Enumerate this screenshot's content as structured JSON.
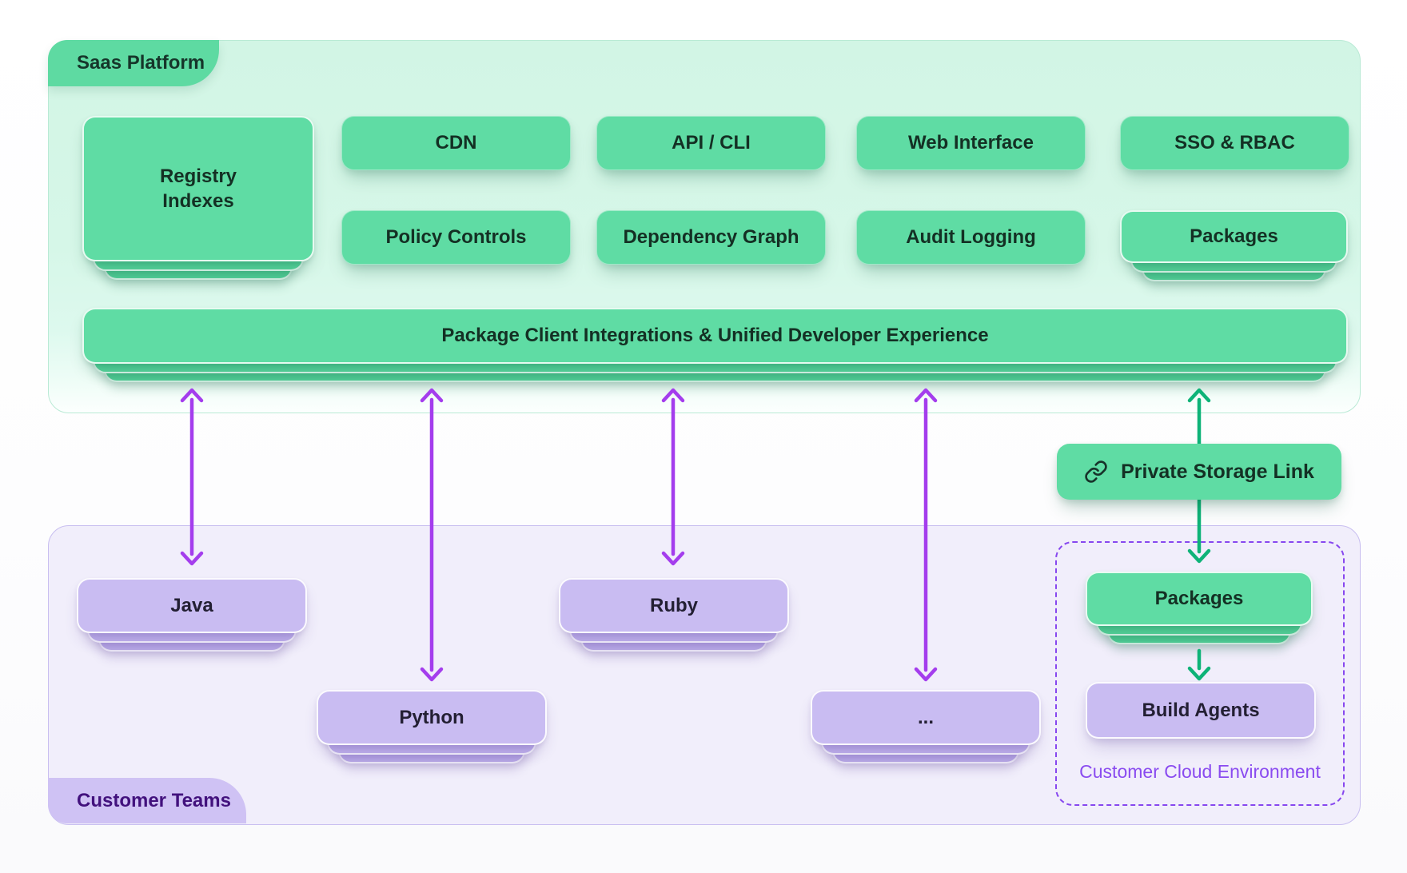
{
  "platform": {
    "tab": "Saas Platform",
    "registry": "Registry\nIndexes",
    "row1": [
      "CDN",
      "API / CLI",
      "Web Interface",
      "SSO & RBAC"
    ],
    "row2": [
      "Policy Controls",
      "Dependency Graph",
      "Audit Logging",
      "Packages"
    ],
    "bar": "Package Client Integrations & Unified Developer Experience"
  },
  "storage_link": {
    "label": "Private Storage Link",
    "icon": "chain-link-icon"
  },
  "customer": {
    "tab": "Customer Teams",
    "teams": [
      "Java",
      "Python",
      "Ruby",
      "..."
    ],
    "cloud": {
      "label": "Customer Cloud Environment",
      "packages": "Packages",
      "build_agents": "Build Agents"
    }
  },
  "colors": {
    "green_card": "#5fdca4",
    "mint_background": "#d5f7e8",
    "green_arrow": "#0eb378",
    "purple_card": "#c9bcf2",
    "purple_background": "#f1eefb",
    "purple_arrow": "#a43ded",
    "dashed_border": "#8747ef",
    "cloud_label_text": "#8a4bf0",
    "saas_tab_text": "#16352a",
    "customer_tab_text": "#42117d"
  }
}
